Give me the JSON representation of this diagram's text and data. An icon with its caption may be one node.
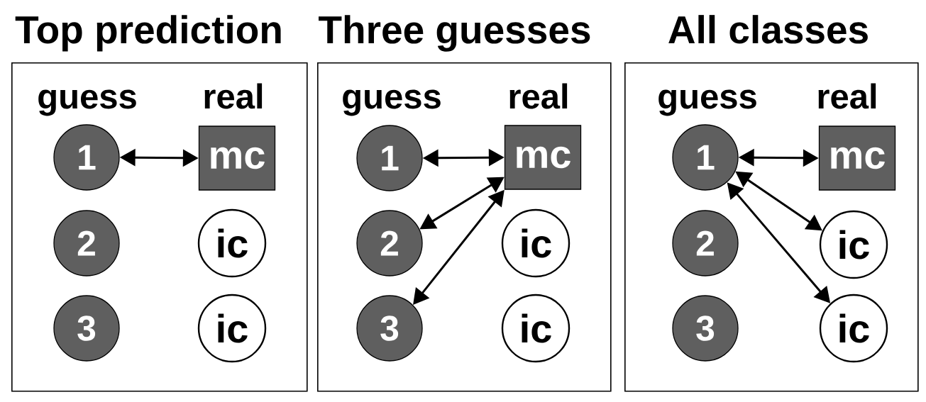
{
  "diagram": {
    "nodes": [
      {
        "text": [
          "Top prediction",
          "guess",
          "real"
        ]
      },
      {
        "text": [
          "1"
        ],
        "in": 0
      },
      {
        "text": [
          "mc"
        ],
        "in": 0
      },
      {
        "text": [
          "2"
        ],
        "in": 0
      },
      {
        "text": [
          "ic"
        ],
        "in": 0
      },
      {
        "text": [
          "3"
        ],
        "in": 0
      },
      {
        "text": [
          "ic"
        ],
        "in": 0
      },
      {
        "text": [
          "Three guesses",
          "guess",
          "real"
        ]
      },
      {
        "text": [
          "1"
        ],
        "in": 7
      },
      {
        "text": [
          "mc"
        ],
        "in": 7
      },
      {
        "text": [
          "2"
        ],
        "in": 7
      },
      {
        "text": [
          "ic"
        ],
        "in": 7
      },
      {
        "text": [
          "3"
        ],
        "in": 7
      },
      {
        "text": [
          "ic"
        ],
        "in": 7
      },
      {
        "text": [
          "All classes",
          "guess",
          "real"
        ]
      },
      {
        "text": [
          "1"
        ],
        "in": 14
      },
      {
        "text": [
          "mc"
        ],
        "in": 14
      },
      {
        "text": [
          "2"
        ],
        "in": 14
      },
      {
        "text": [
          "ic"
        ],
        "in": 14
      },
      {
        "text": [
          "3"
        ],
        "in": 14
      },
      {
        "text": [
          "ic"
        ],
        "in": 14
      }
    ],
    "edges": [
      {
        "from": 1,
        "to": 2,
        "arrow": "both"
      },
      {
        "from": 8,
        "to": 9,
        "arrow": "both"
      },
      {
        "from": 10,
        "to": 9,
        "arrow": "both"
      },
      {
        "from": 12,
        "to": 9,
        "arrow": "both"
      },
      {
        "from": 15,
        "to": 16,
        "arrow": "both"
      },
      {
        "from": 15,
        "to": 18,
        "arrow": "both"
      },
      {
        "from": 15,
        "to": 20,
        "arrow": "both"
      }
    ]
  }
}
